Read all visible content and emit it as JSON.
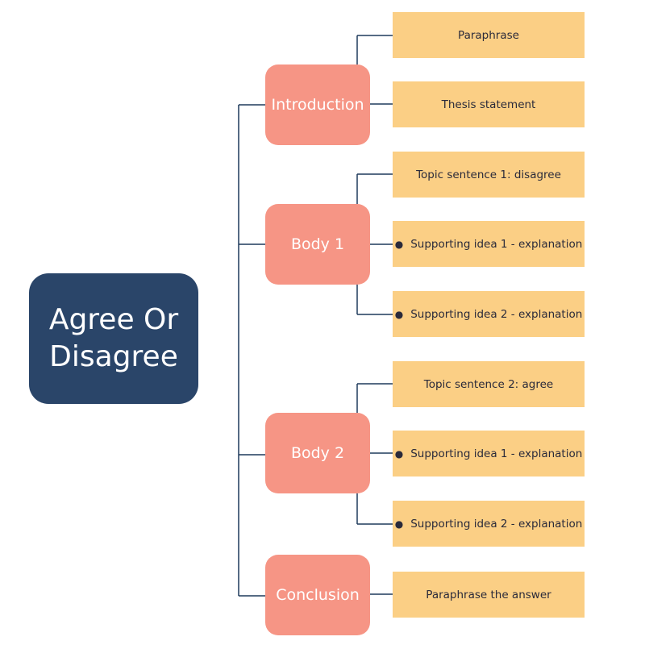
{
  "diagram": {
    "root": {
      "title": "Agree Or\nDisagree"
    },
    "sections": [
      {
        "label": "Introduction",
        "items": [
          {
            "text": "Paraphrase",
            "bullet": false
          },
          {
            "text": "Thesis statement",
            "bullet": false
          }
        ]
      },
      {
        "label": "Body 1",
        "items": [
          {
            "text": "Topic sentence 1: disagree",
            "bullet": false
          },
          {
            "text": "Supporting idea 1 - explanation",
            "bullet": true
          },
          {
            "text": "Supporting idea 2 - explanation",
            "bullet": true
          }
        ]
      },
      {
        "label": "Body 2",
        "items": [
          {
            "text": "Topic sentence 2: agree",
            "bullet": false
          },
          {
            "text": "Supporting idea 1 - explanation",
            "bullet": true
          },
          {
            "text": "Supporting idea 2 - explanation",
            "bullet": true
          }
        ]
      },
      {
        "label": "Conclusion",
        "items": [
          {
            "text": "Paraphrase the answer",
            "bullet": false
          }
        ]
      }
    ],
    "colors": {
      "root_fill": "#2a4569",
      "section_fill": "#f69585",
      "item_fill": "#fbcf85",
      "connector": "#1f3a5c"
    }
  }
}
